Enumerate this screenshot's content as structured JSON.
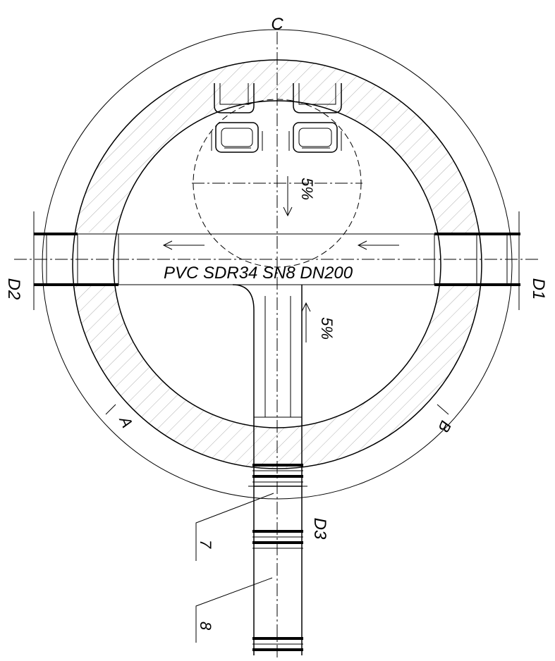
{
  "labels": {
    "section_c": "C",
    "section_a": "A",
    "section_b": "B",
    "d1": "D1",
    "d2": "D2",
    "d3": "D3",
    "pipe_spec": "PVC SDR34 SN8 DN200",
    "slope_top": "5%",
    "slope_bottom": "5%",
    "callout_7": "7",
    "callout_8": "8"
  },
  "colors": {
    "line": "#000000",
    "background": "#ffffff"
  }
}
